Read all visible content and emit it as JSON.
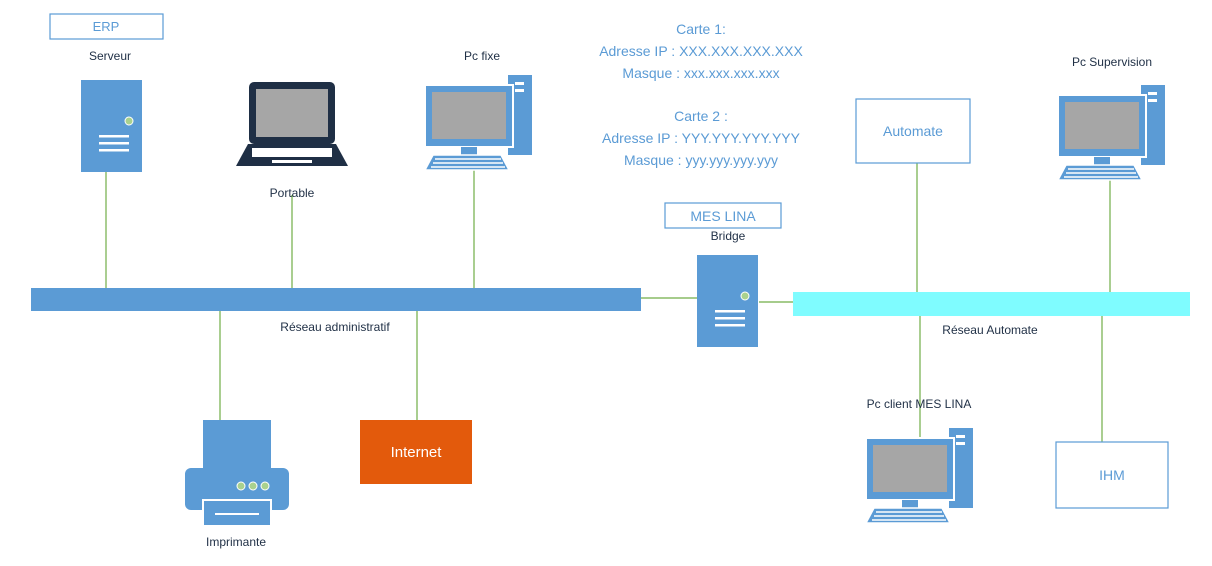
{
  "labels": {
    "erp": "ERP",
    "serveur": "Serveur",
    "portable": "Portable",
    "pc_fixe": "Pc fixe",
    "pc_supervision": "Pc Supervision",
    "automate": "Automate",
    "mes_lina": "MES LINA",
    "bridge": "Bridge",
    "reseau_admin": "Réseau administratif",
    "reseau_automate": "Réseau Automate",
    "imprimante": "Imprimante",
    "internet": "Internet",
    "pc_client": "Pc client MES LINA",
    "ihm": "IHM"
  },
  "carte1": {
    "title": "Carte 1:",
    "ip": "Adresse IP : XXX.XXX.XXX.XXX",
    "mask": "Masque : xxx.xxx.xxx.xxx"
  },
  "carte2": {
    "title": "Carte 2 :",
    "ip": "Adresse IP : YYY.YYY.YYY.YYY",
    "mask": "Masque : yyy.yyy.yyy.yyy"
  },
  "colors": {
    "device_blue": "#5b9bd5",
    "network_admin": "#5b9bd5",
    "network_automate": "#7ffcff",
    "link_green": "#70ad47",
    "internet_orange": "#e35a0c"
  },
  "icons": [
    "server-icon",
    "laptop-icon",
    "desktop-pc-icon",
    "printer-icon"
  ]
}
